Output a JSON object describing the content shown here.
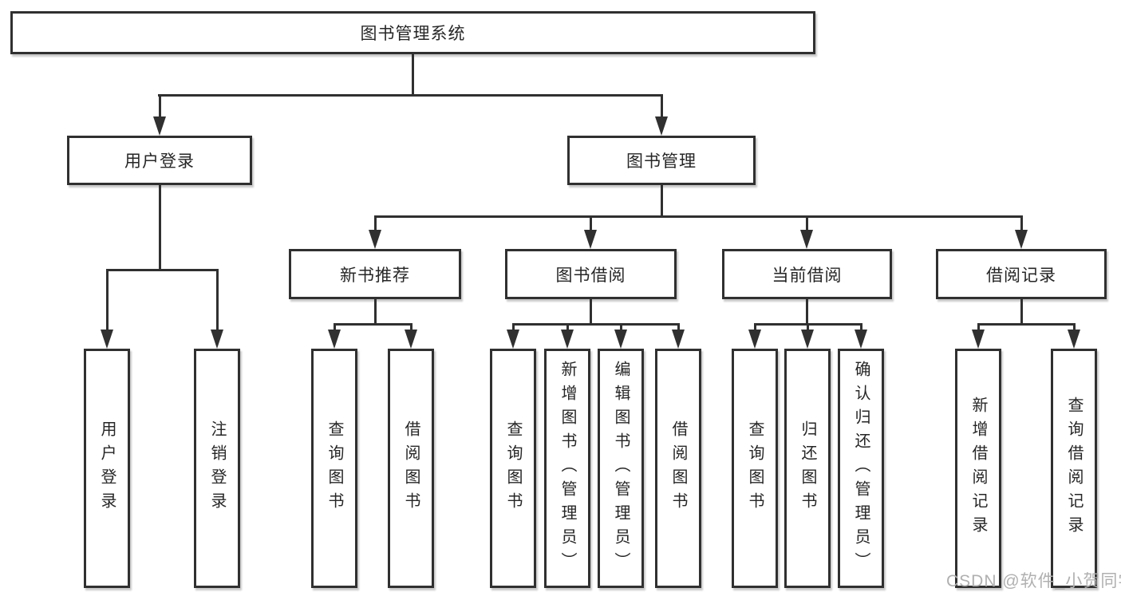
{
  "diagram_title": "图书管理系统",
  "branches": [
    {
      "label": "用户登录",
      "children": [
        {
          "label": "用户登录"
        },
        {
          "label": "注销登录"
        }
      ]
    },
    {
      "label": "图书管理",
      "children": [
        {
          "label": "新书推荐",
          "children": [
            {
              "label": "查询图书"
            },
            {
              "label": "借阅图书"
            }
          ]
        },
        {
          "label": "图书借阅",
          "children": [
            {
              "label": "查询图书"
            },
            {
              "label": "新增图书（管理员）"
            },
            {
              "label": "编辑图书（管理员）"
            },
            {
              "label": "借阅图书"
            }
          ]
        },
        {
          "label": "当前借阅",
          "children": [
            {
              "label": "查询图书"
            },
            {
              "label": "归还图书"
            },
            {
              "label": "确认归还（管理员）"
            }
          ]
        },
        {
          "label": "借阅记录",
          "children": [
            {
              "label": "新增借阅记录"
            },
            {
              "label": "查询借阅记录"
            }
          ]
        }
      ]
    }
  ],
  "watermark": "CSDN @软件_小贺同学",
  "colors": {
    "line": "#303030",
    "text": "#262626",
    "box_background": "#ffffff",
    "watermark": "#b0b0b0",
    "page_background": "#ffffff"
  }
}
